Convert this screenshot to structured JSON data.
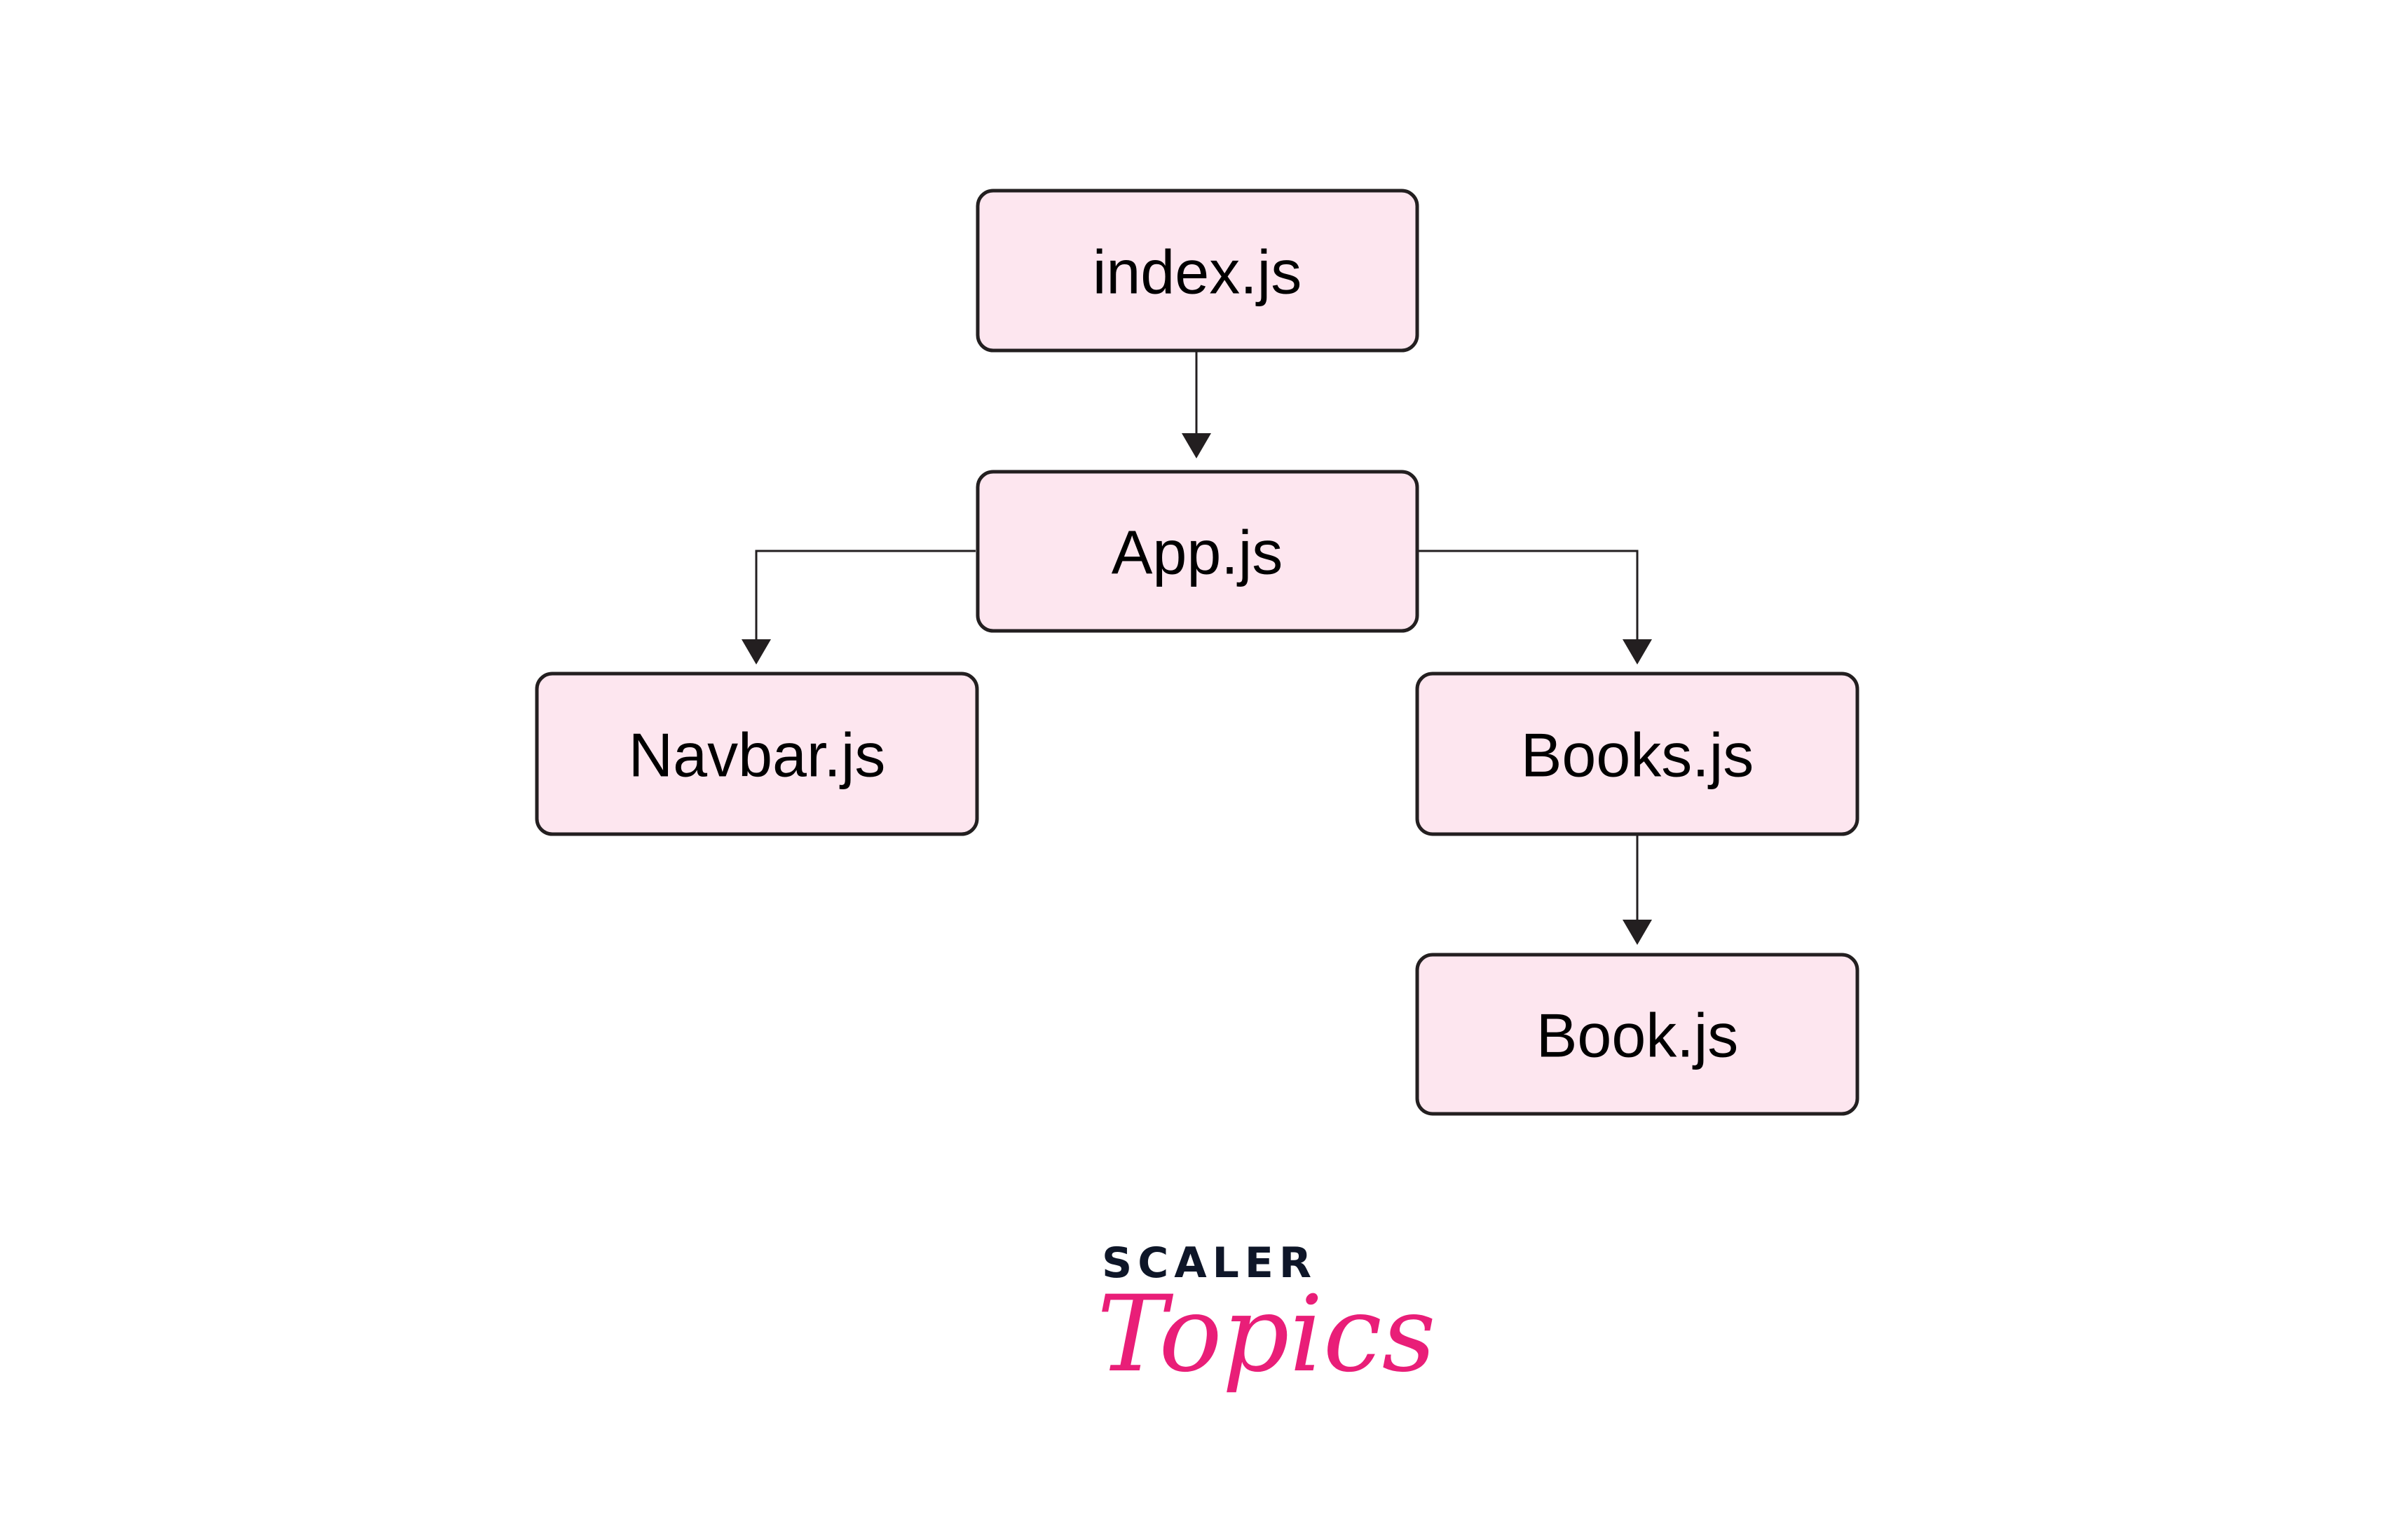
{
  "diagram": {
    "nodes": {
      "index": "index.js",
      "app": "App.js",
      "navbar": "Navbar.js",
      "books": "Books.js",
      "book": "Book.js"
    },
    "edges": [
      [
        "index.js",
        "App.js"
      ],
      [
        "App.js",
        "Navbar.js"
      ],
      [
        "App.js",
        "Books.js"
      ],
      [
        "Books.js",
        "Book.js"
      ]
    ]
  },
  "logo": {
    "line1": "SCALER",
    "line2": "Topics"
  },
  "colors": {
    "node_fill": "#fde6ef",
    "stroke": "#231f20",
    "brand_pink": "#e91e78",
    "brand_dark": "#0e1628"
  }
}
